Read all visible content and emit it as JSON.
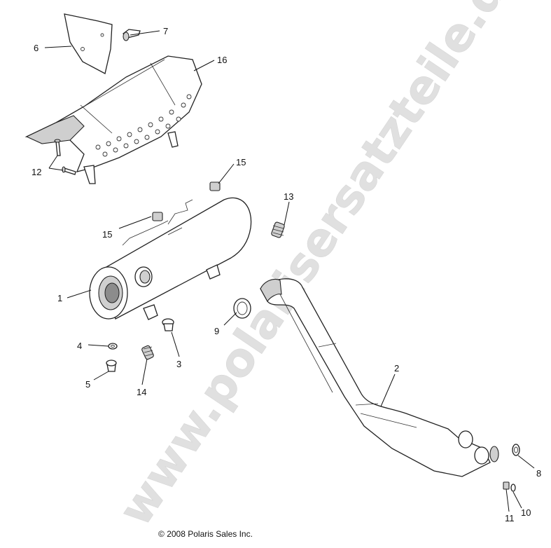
{
  "watermark": "www.polarisersatzteile.de",
  "copyright": "© 2008 Polaris Sales Inc.",
  "callouts": {
    "c1": "1",
    "c2": "2",
    "c3": "3",
    "c4": "4",
    "c5": "5",
    "c6": "6",
    "c7": "7",
    "c8": "8",
    "c9": "9",
    "c10": "10",
    "c11": "11",
    "c12": "12",
    "c13": "13",
    "c14": "14",
    "c15a": "15",
    "c15b": "15",
    "c16": "16"
  }
}
